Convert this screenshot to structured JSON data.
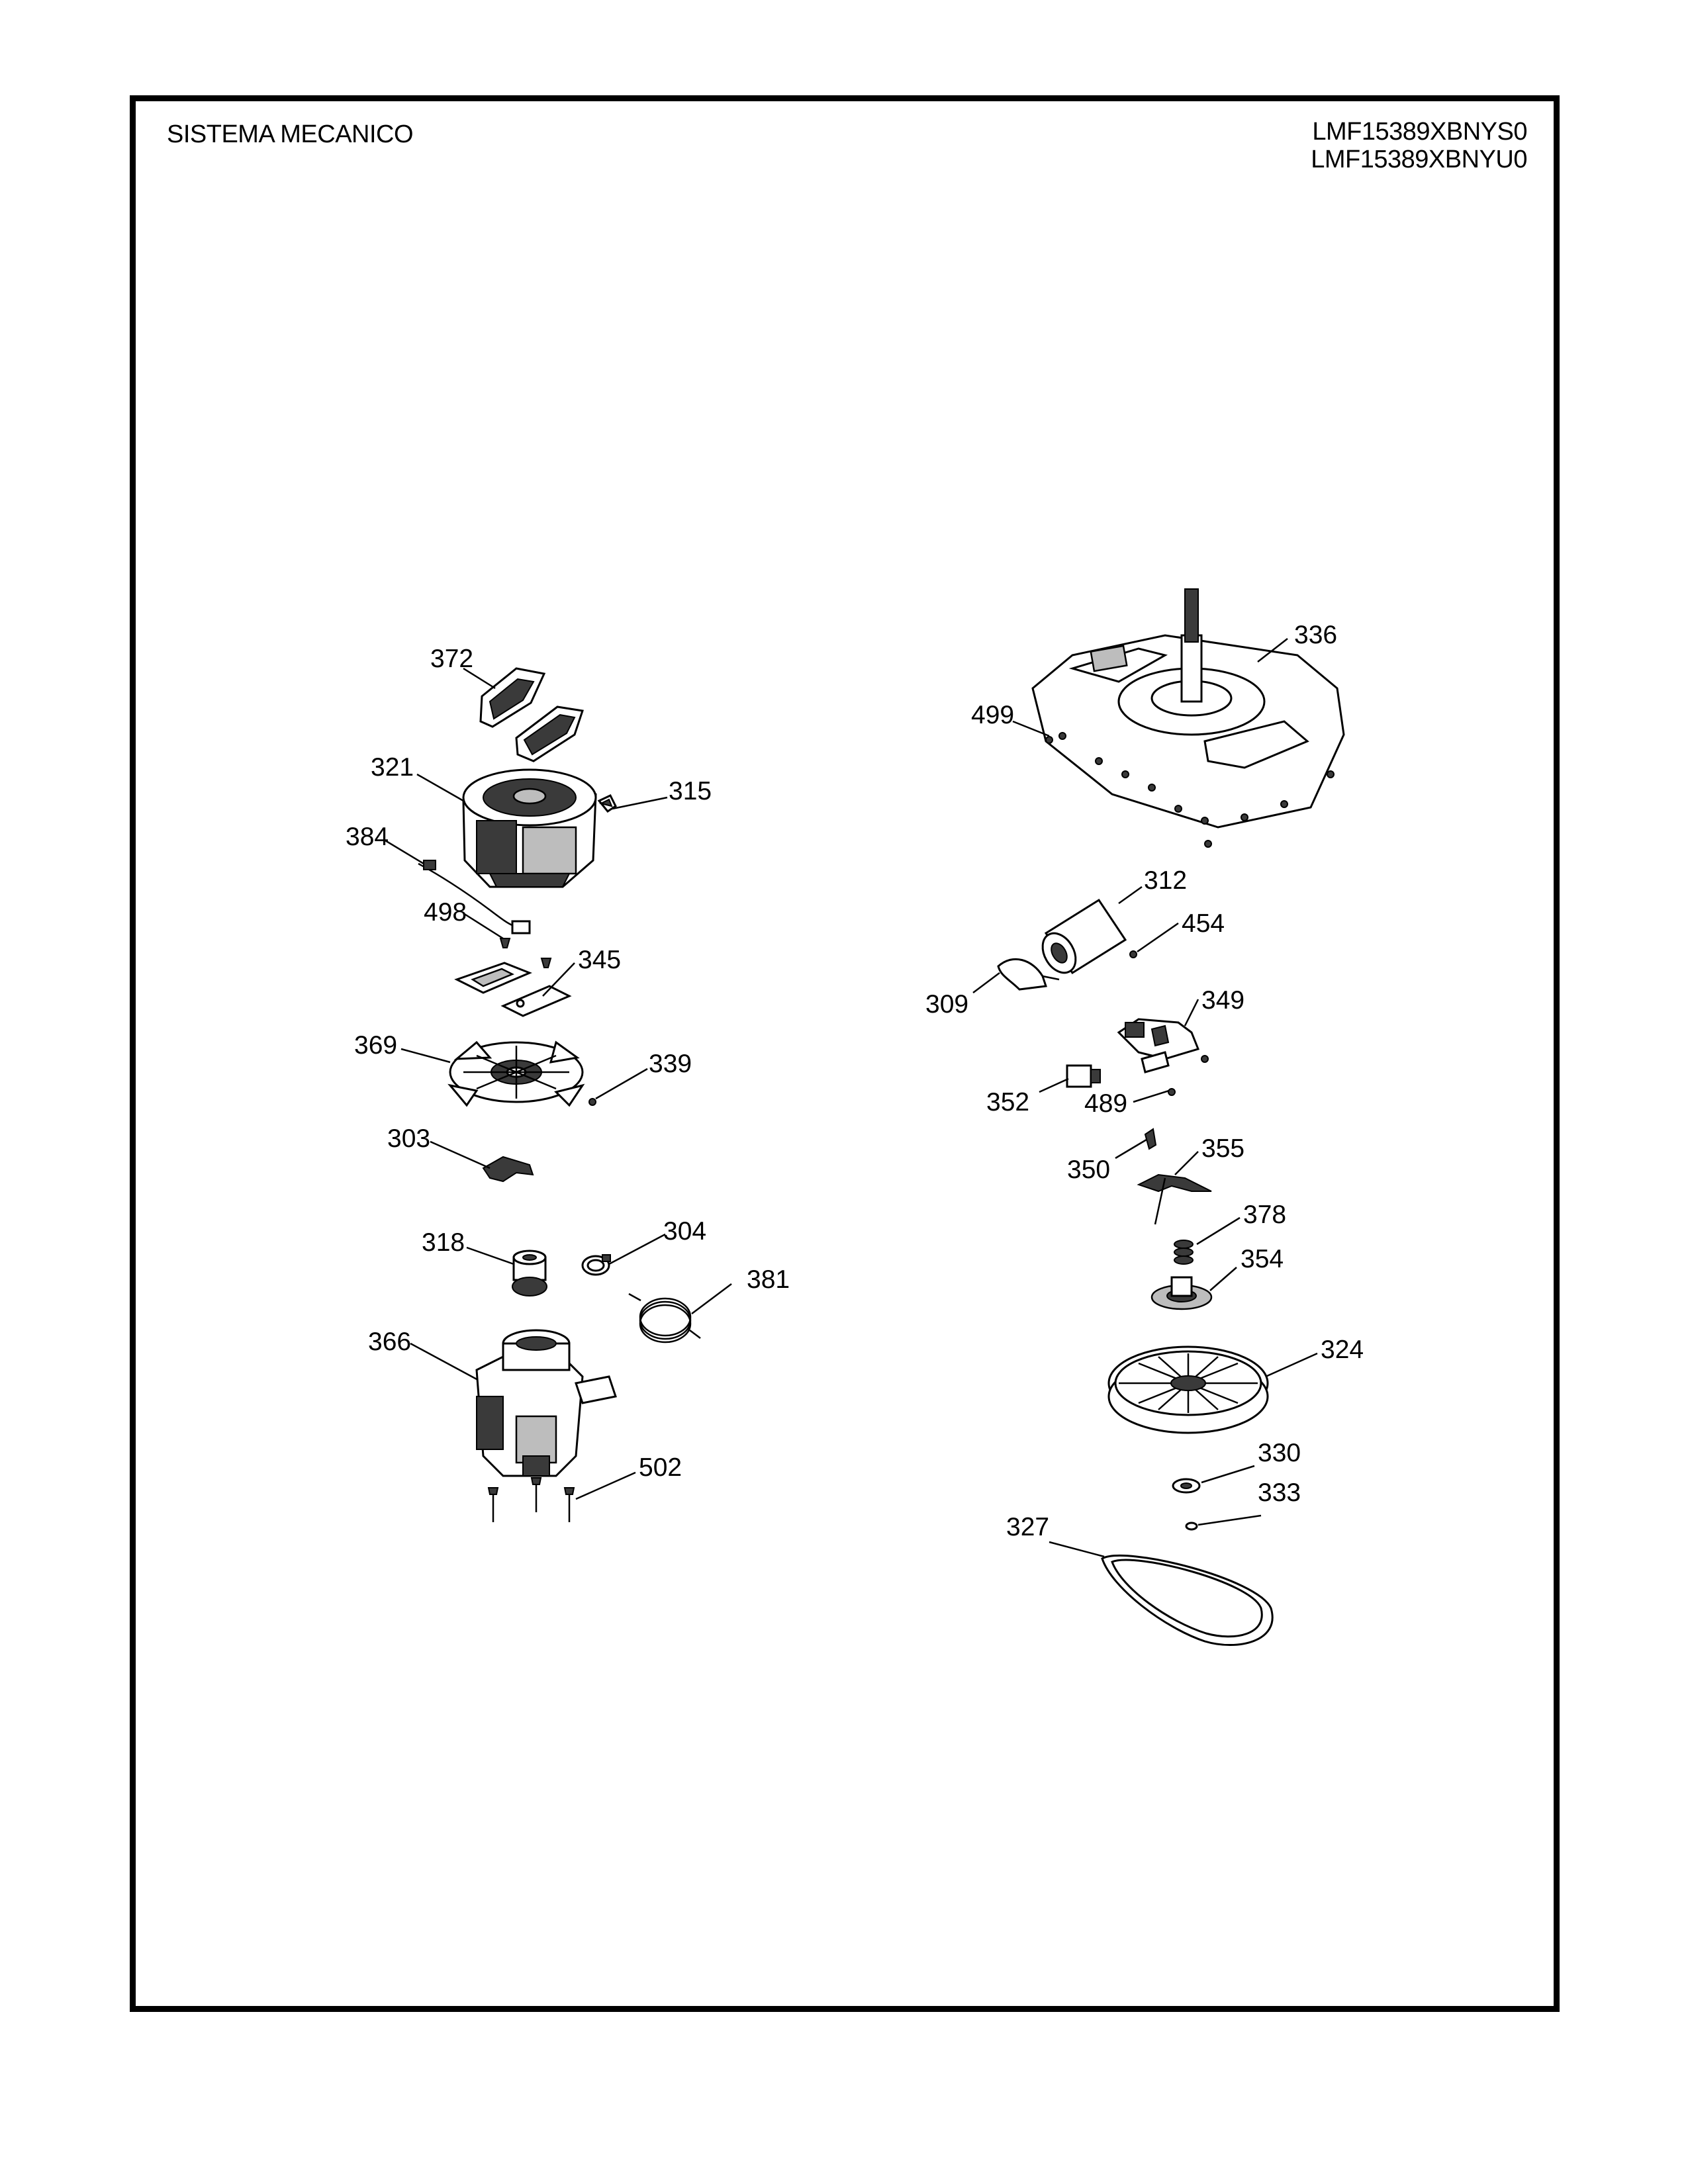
{
  "header": {
    "title": "SISTEMA MECANICO",
    "models": [
      "LMF15389XBNYS0",
      "LMF15389XBNYU0"
    ]
  },
  "callouts": [
    "372",
    "321",
    "315",
    "384",
    "498",
    "345",
    "369",
    "339",
    "303",
    "318",
    "304",
    "381",
    "366",
    "502",
    "336",
    "499",
    "312",
    "454",
    "309",
    "349",
    "352",
    "489",
    "350",
    "355",
    "378",
    "354",
    "324",
    "330",
    "333",
    "327"
  ]
}
